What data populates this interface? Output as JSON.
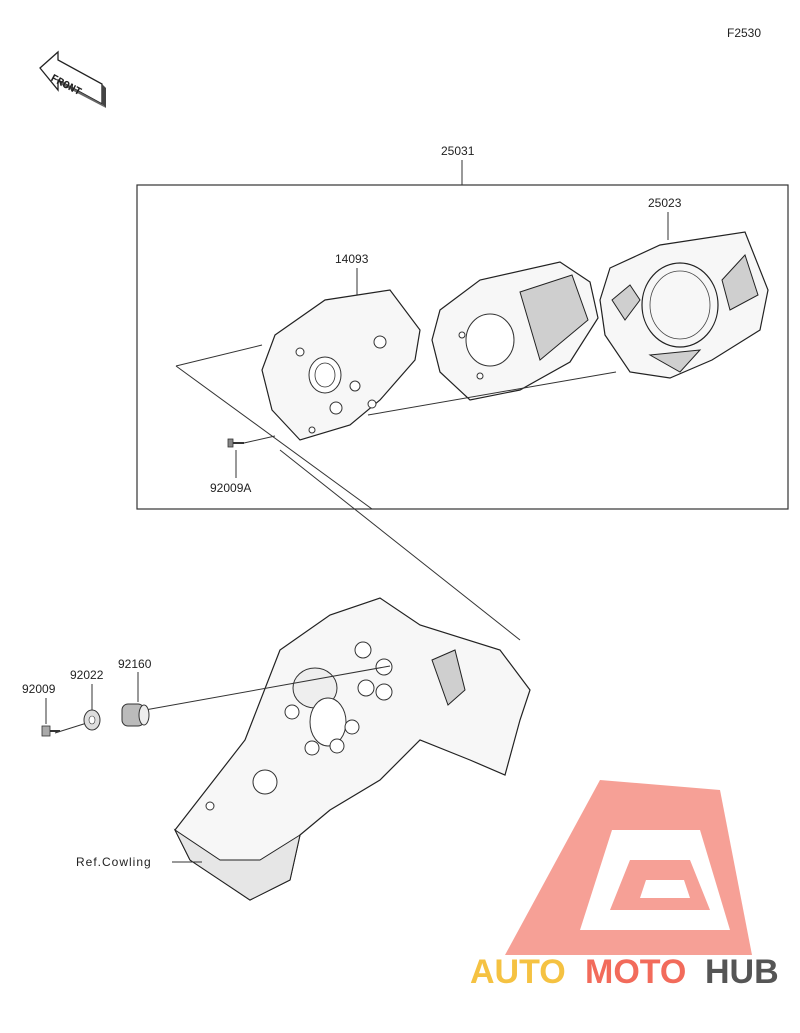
{
  "diagram": {
    "figure_id": "F2530",
    "front_label": "FRONT",
    "assembly_label": "25031",
    "parts": [
      {
        "number": "25023"
      },
      {
        "number": "14093"
      },
      {
        "number": "92009A"
      },
      {
        "number": "92009"
      },
      {
        "number": "92022"
      },
      {
        "number": "92160"
      }
    ],
    "reference_label": "Ref.Cowling"
  },
  "watermark": {
    "text_auto": "AUTO",
    "text_moto": "MOTO",
    "text_hub": "HUB",
    "colors": {
      "auto": "#f5c242",
      "moto": "#f26b5b",
      "hub": "#555555",
      "logo": "#f26b5b"
    }
  }
}
